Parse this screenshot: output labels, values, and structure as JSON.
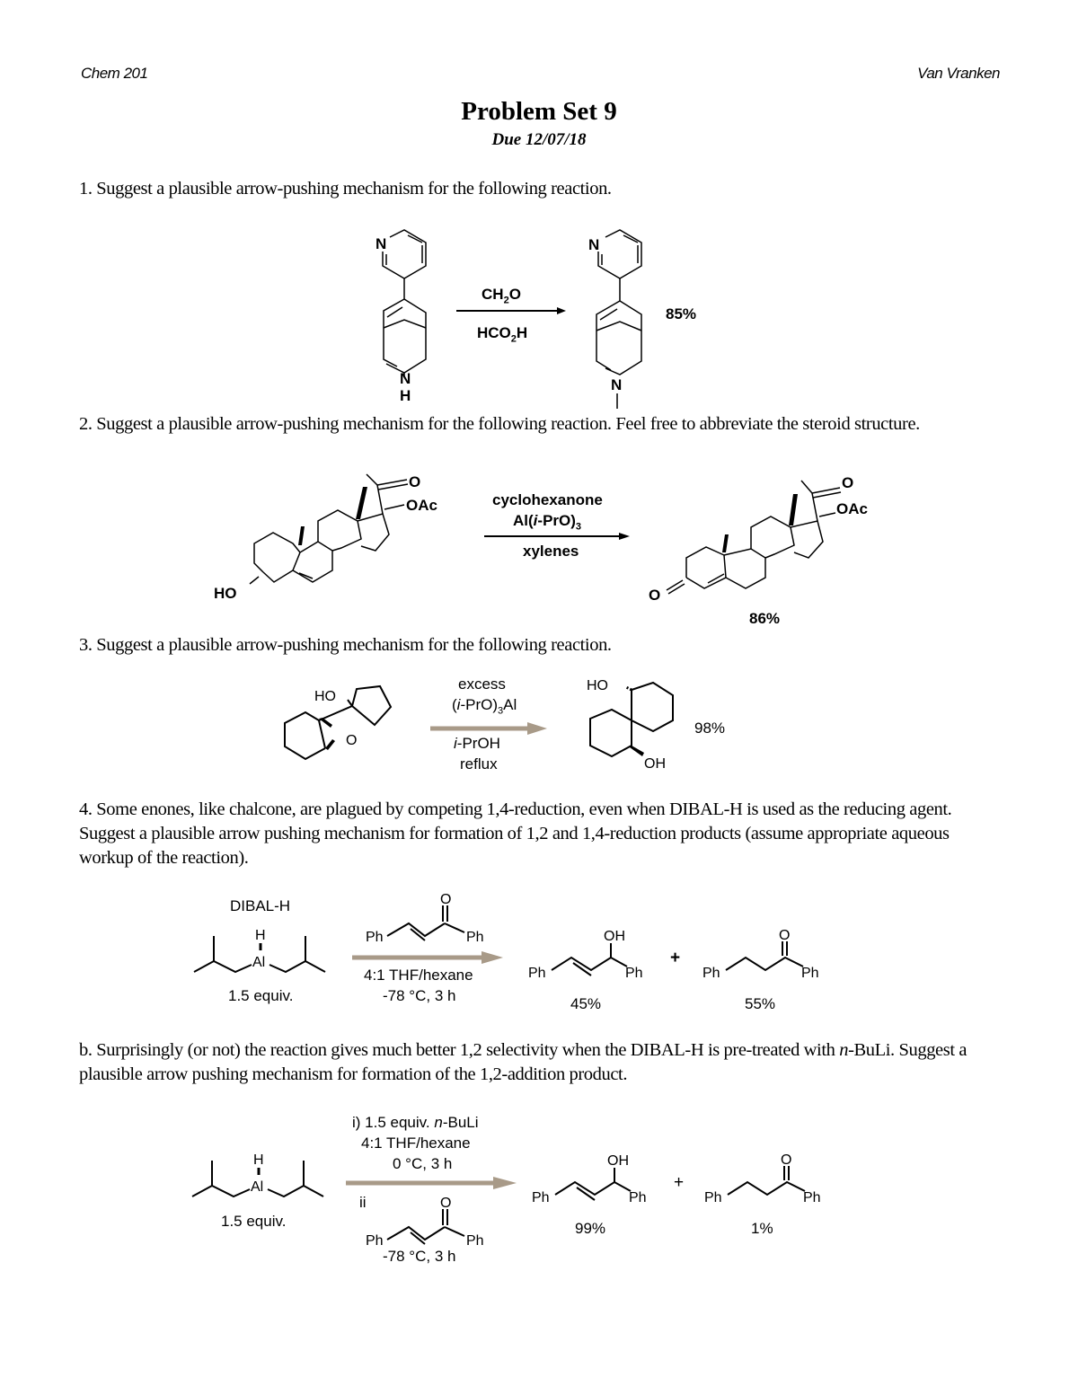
{
  "header": {
    "course": "Chem 201",
    "author": "Van Vranken"
  },
  "title": "Problem Set 9",
  "due": "Due 12/07/18",
  "problems": {
    "p1": {
      "prompt": "1. Suggest a plausible arrow-pushing mechanism for the following reaction.",
      "reagent_top": "CH2O",
      "reagent_bottom": "HCO2H",
      "yield": "85%",
      "sm_atoms": [
        "N",
        "N",
        "H"
      ],
      "product_atoms": [
        "N",
        "N"
      ]
    },
    "p2": {
      "prompt": "2. Suggest a plausible arrow-pushing mechanism for the following reaction. Feel free to abbreviate the steroid structure.",
      "reagents": [
        "cyclohexanone",
        "Al(i-PrO)3"
      ],
      "solvent": "xylenes",
      "yield": "86%",
      "sm_labels": [
        "O",
        "OAc",
        "HO"
      ],
      "product_labels": [
        "O",
        "OAc",
        "O"
      ]
    },
    "p3": {
      "prompt": "3. Suggest a plausible arrow-pushing mechanism for the following reaction.",
      "reagents_top": [
        "excess",
        "(i-PrO)3Al"
      ],
      "reagents_bottom": [
        "i-PrOH",
        "reflux"
      ],
      "yield": "98%",
      "sm_labels": [
        "HO",
        "O"
      ],
      "product_labels": [
        "HO",
        "OH"
      ],
      "arrow_color": "#a89a88"
    },
    "p4": {
      "prompt": "4.  Some enones, like chalcone, are plagued by competing 1,4-reduction, even when DIBAL-H is used as the reducing agent.  Suggest a plausible arrow pushing mechanism for formation of 1,2 and 1,4-reduction products (assume appropriate aqueous workup of the reaction).",
      "reagent_name": "DIBAL-H",
      "reagent_atoms": [
        "H",
        "Al"
      ],
      "reagent_equiv": "1.5 equiv.",
      "substrate_labels": [
        "O",
        "Ph",
        "Ph"
      ],
      "conditions": [
        "4:1 THF/hexane",
        "-78 °C, 3 h"
      ],
      "product1": {
        "labels": [
          "OH",
          "Ph",
          "Ph"
        ],
        "yield": "45%"
      },
      "plus": "+",
      "product2": {
        "labels": [
          "O",
          "Ph",
          "Ph"
        ],
        "yield": "55%"
      }
    },
    "p4b": {
      "prompt_pre": "b. Surprisingly (or not) the reaction gives much better 1,2 selectivity when the DIBAL-H is pre-treated with ",
      "prompt_italic": "n",
      "prompt_post": "-BuLi.  Suggest a plausible arrow pushing mechanism for formation of the 1,2-addition product.",
      "reagent_atoms": [
        "H",
        "Al"
      ],
      "reagent_equiv": "1.5 equiv.",
      "step1": [
        "i) 1.5 equiv. n-BuLi",
        "4:1 THF/hexane",
        "0 °C, 3 h"
      ],
      "step2_label": "ii",
      "substrate_labels": [
        "O",
        "Ph",
        "Ph"
      ],
      "step2_conditions": "-78 °C, 3 h",
      "product1": {
        "labels": [
          "OH",
          "Ph",
          "Ph"
        ],
        "yield": "99%"
      },
      "plus": "+",
      "product2": {
        "labels": [
          "O",
          "Ph",
          "Ph"
        ],
        "yield": "1%"
      }
    }
  }
}
